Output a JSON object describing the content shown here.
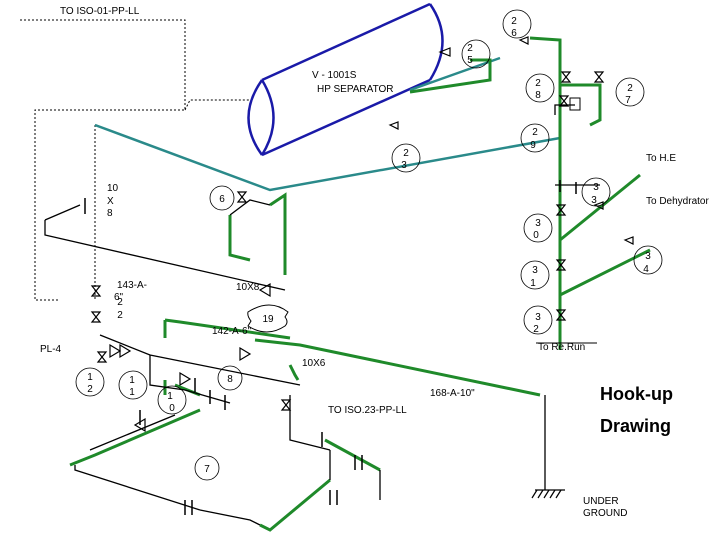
{
  "labels": {
    "to_iso_01": "TO ISO-01-PP-LL",
    "vessel_tag": "V - 1001S",
    "vessel_name": "HP SEPARATOR",
    "to_he": "To H.E",
    "to_dehydrator": "To Dehydrator",
    "line_143": "143-A-",
    "line_143b": "6\"",
    "reducer_10x8_left_1": "10",
    "reducer_10x8_left_2": "X",
    "reducer_10x8_left_3": "8",
    "reducer_10x8": "10X8",
    "line_142": "142-A-6\"",
    "pl4": "PL-4",
    "reducer_10x6": "10X6",
    "line_168": "168-A-10\"",
    "to_iso_23": "TO ISO.23-PP-LL",
    "to_rerun": "To Re.Run",
    "underground_1": "UNDER",
    "underground_2": "GROUND",
    "title_1": "Hook-up",
    "title_2": "Drawing"
  },
  "callouts": [
    {
      "id": "25",
      "l1": "2",
      "l2": "5"
    },
    {
      "id": "26",
      "l1": "2",
      "l2": "6"
    },
    {
      "id": "27",
      "l1": "2",
      "l2": "7"
    },
    {
      "id": "28",
      "l1": "2",
      "l2": "8"
    },
    {
      "id": "29",
      "l1": "2",
      "l2": "9"
    },
    {
      "id": "23",
      "l1": "2",
      "l2": "3"
    },
    {
      "id": "33",
      "l1": "3",
      "l2": "3"
    },
    {
      "id": "30",
      "l1": "3",
      "l2": "0"
    },
    {
      "id": "34",
      "l1": "3",
      "l2": "4"
    },
    {
      "id": "31",
      "l1": "3",
      "l2": "1"
    },
    {
      "id": "32",
      "l1": "3",
      "l2": "2"
    },
    {
      "id": "22",
      "l1": "2",
      "l2": "2"
    },
    {
      "id": "12",
      "l1": "1",
      "l2": "2"
    },
    {
      "id": "11",
      "l1": "1",
      "l2": "1"
    },
    {
      "id": "10",
      "l1": "1",
      "l2": "0"
    }
  ],
  "single_callouts": {
    "c6": "6",
    "c19": "19",
    "c8": "8",
    "c7": "7"
  },
  "colors": {
    "vessel": "#1a1aa8",
    "green_line": "#1f8a2a",
    "teal_line": "#2a8a8a",
    "black_line": "#000000"
  }
}
